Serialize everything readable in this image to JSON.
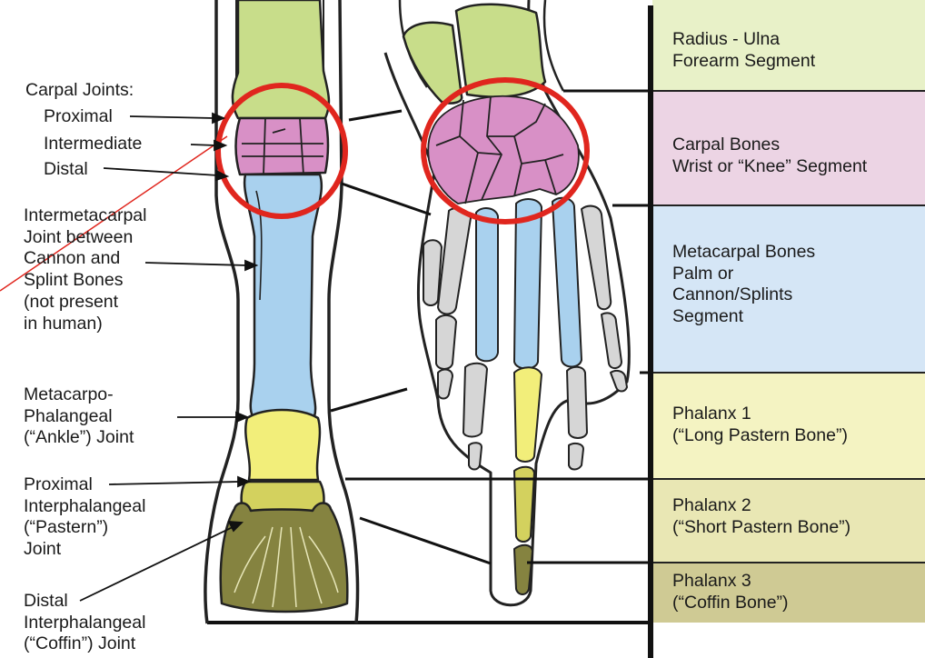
{
  "left_labels": {
    "carpal_joints": {
      "heading": "Carpal Joints:",
      "proximal": "Proximal",
      "intermediate": "Intermediate",
      "distal": "Distal"
    },
    "intermetacarpal": [
      "Intermetacarpal",
      "Joint between",
      "Cannon and",
      "Splint Bones",
      "(not present",
      "in human)"
    ],
    "metacarpophalangeal": [
      "Metacarpo-",
      "Phalangeal",
      "(“Ankle”) Joint"
    ],
    "proximal_interphalangeal": [
      "Proximal",
      "Interphalangeal",
      "(“Pastern”)",
      "Joint"
    ],
    "distal_interphalangeal": [
      "Distal",
      "Interphalangeal",
      "(“Coffin”) Joint"
    ]
  },
  "segments": [
    {
      "lines": [
        "Radius - Ulna",
        "Forearm Segment"
      ],
      "color": "#e8f1c8"
    },
    {
      "lines": [
        "Carpal Bones",
        "Wrist or “Knee” Segment"
      ],
      "color": "#ecd4e4"
    },
    {
      "lines": [
        "Metacarpal Bones",
        "Palm or",
        "Cannon/Splints",
        "Segment"
      ],
      "color": "#d5e6f6"
    },
    {
      "lines": [
        "Phalanx 1",
        "(“Long Pastern Bone”)"
      ],
      "color": "#f4f3c2"
    },
    {
      "lines": [
        "Phalanx 2",
        "(“Short Pastern Bone”)"
      ],
      "color": "#e9e7b4"
    },
    {
      "lines": [
        "Phalanx 3",
        "(“Coffin Bone”)"
      ],
      "color": "#cfca94"
    }
  ],
  "colors": {
    "forearm": "#c8dd8a",
    "carpal": "#d890c6",
    "metacarpal": "#a9d1ee",
    "phalanx1": "#f2ee7a",
    "phalanx2": "#d3d15e",
    "phalanx3": "#858340",
    "splint": "#d6d6d6",
    "highlight_circle": "#e0261e"
  }
}
